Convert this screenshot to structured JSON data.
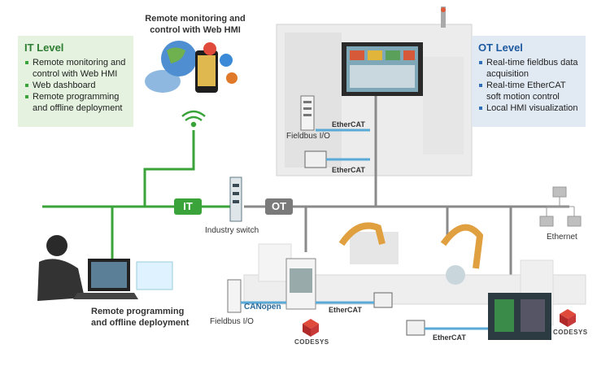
{
  "it_panel": {
    "title": "IT Level",
    "items": [
      "Remote monitoring and control with Web HMI",
      "Web dashboard",
      "Remote programming and offline deployment"
    ]
  },
  "ot_panel": {
    "title": "OT Level",
    "items": [
      "Real-time fieldbus data acquisition",
      "Real-time EtherCAT soft motion control",
      "Local HMI visualization"
    ]
  },
  "captions": {
    "web_hmi": "Remote monitoring and control with Web HMI",
    "remote_programming": "Remote programming and offline deployment",
    "industry_switch": "Industry switch",
    "ethernet": "Ethernet",
    "fieldbus_io_top": "Fieldbus I/O",
    "fieldbus_io_bottom": "Fieldbus I/O"
  },
  "tags": {
    "it": "IT",
    "ot": "OT"
  },
  "ethercat_labels": [
    "EtherCAT",
    "EtherCAT",
    "EtherCAT",
    "EtherCAT"
  ],
  "canopen": "CANopen",
  "codesys_labels": [
    "CODESYS",
    "CODESYS"
  ],
  "colors": {
    "it_green": "#3aa33a",
    "ot_gray": "#7a7a7a",
    "ethercat_blue": "#5aaad8",
    "it_panel_bg": "#e4f2df",
    "ot_panel_bg": "#e1e9f2"
  }
}
